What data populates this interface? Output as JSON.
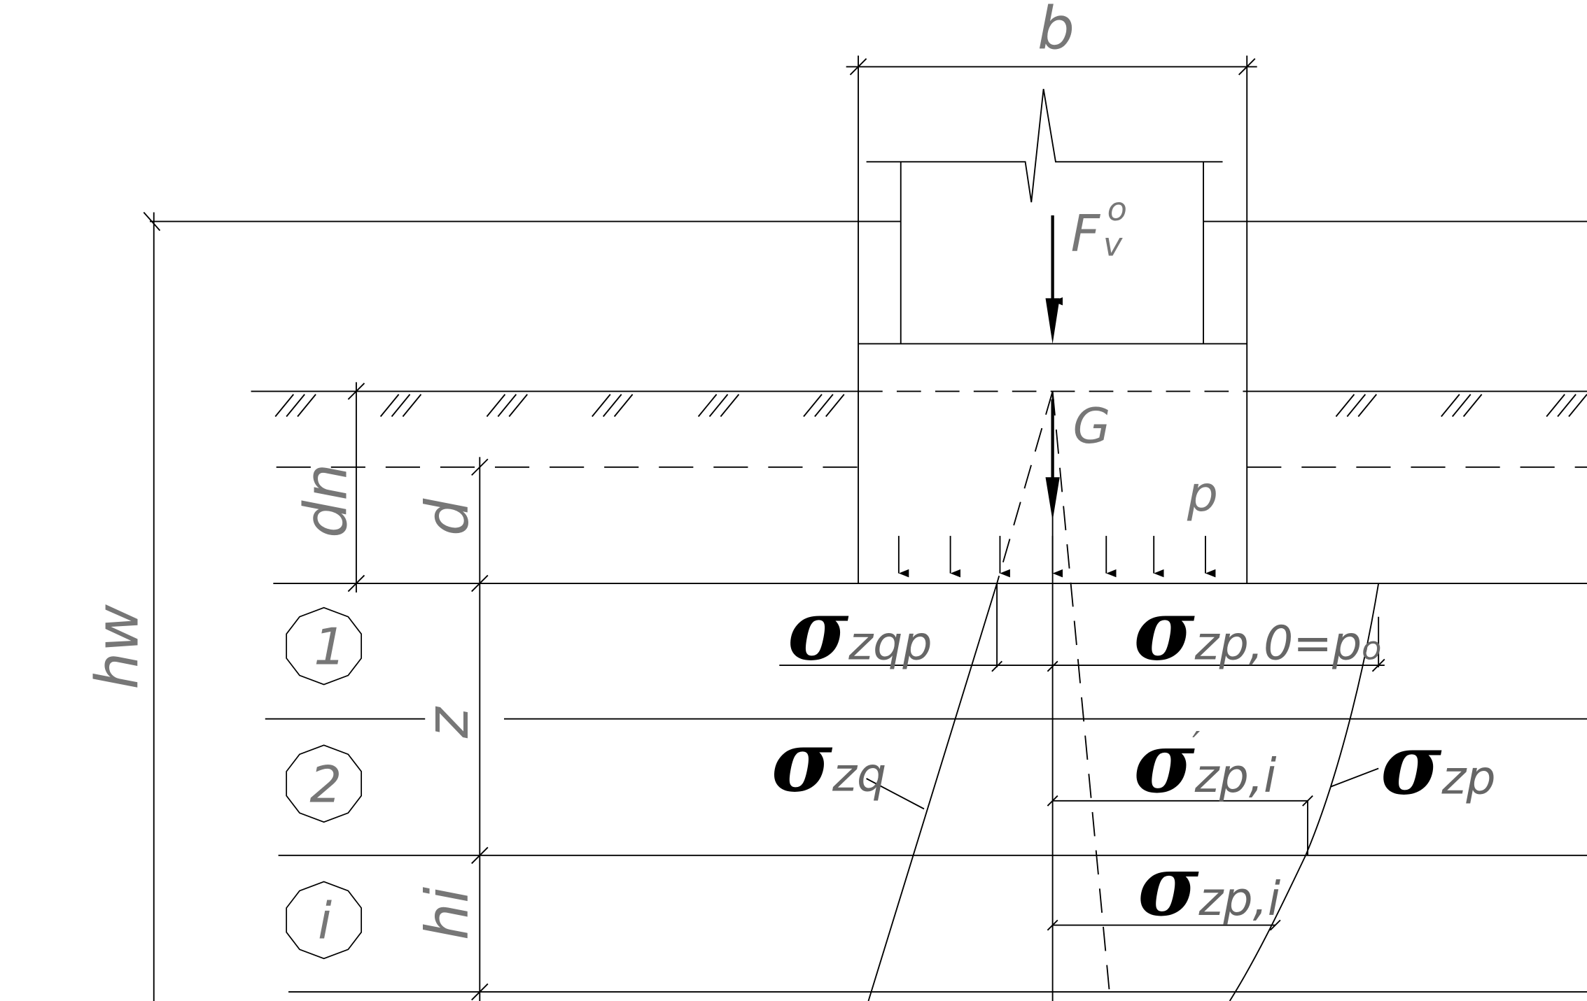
{
  "labels": {
    "b": "b",
    "F_main": "F",
    "F_sub": "v",
    "F_sup": "o",
    "G": "G",
    "p": "p",
    "d_n": "dn",
    "d": "d",
    "z": "z",
    "h_w": "hw",
    "h_i": "hi"
  },
  "layers": [
    {
      "id": "layer-1",
      "label": "1"
    },
    {
      "id": "layer-2",
      "label": "2"
    },
    {
      "id": "layer-i",
      "label": "i"
    }
  ],
  "stress_labels": {
    "sigma": "σ",
    "zqp": "zqp",
    "zp0": "zp,0=p",
    "p0_sub": "o",
    "zq": "zq",
    "zp_i_prime": "zp,i",
    "zp": "zp",
    "zp_i": "zp,i"
  }
}
